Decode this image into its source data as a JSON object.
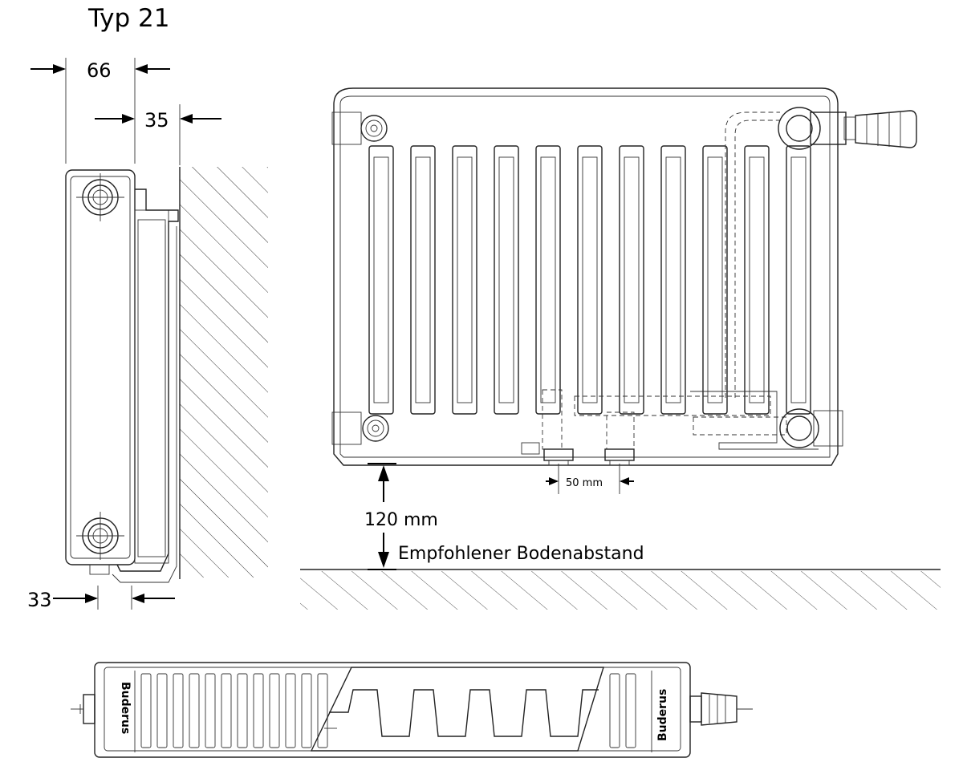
{
  "title": "Typ 21",
  "dimensions": {
    "depth_total": "66",
    "wall_gap": "35",
    "bottom_offset": "33",
    "connection_spacing": "50 mm",
    "floor_clearance": "120 mm"
  },
  "floor_note": "Empfohlener Bodenabstand",
  "brand_logo": "Buderus",
  "colors": {
    "line": "#222222",
    "background": "#ffffff"
  }
}
